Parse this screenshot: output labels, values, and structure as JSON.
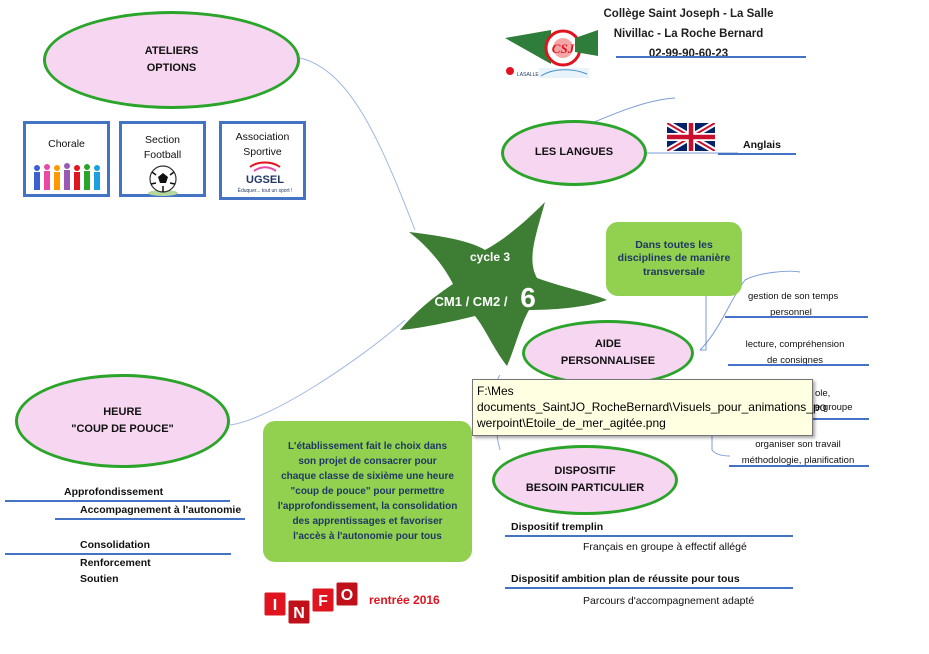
{
  "header": {
    "line1": "Collège Saint Joseph - La Salle",
    "line2": "Nivillac - La Roche Bernard",
    "phone": "02-99-90-60-23",
    "logo_text": "CSJ"
  },
  "center": {
    "cycle": "cycle 3",
    "levels": "CM1 / CM2 /",
    "number": "6"
  },
  "ateliers": {
    "title_l1": "ATELIERS",
    "title_l2": "OPTIONS",
    "items": [
      {
        "label_l1": "Chorale",
        "label_l2": ""
      },
      {
        "label_l1": "Section",
        "label_l2": "Football"
      },
      {
        "label_l1": "Association",
        "label_l2": "Sportive"
      }
    ],
    "ugsel": "UGSEL",
    "ugsel_tag": "Éduquer... tout un sport !"
  },
  "langues": {
    "title": "LES LANGUES",
    "anglais": "Anglais"
  },
  "transversale": {
    "l1": "Dans toutes les",
    "l2": "disciplines de manière",
    "l3": "transversale"
  },
  "aide": {
    "title_l1": "AIDE",
    "title_l2": "PERSONNALISEE",
    "items": [
      {
        "l1": "gestion de son temps",
        "l2": "personnel"
      },
      {
        "l1": "lecture, compréhension",
        "l2": "de consignes"
      },
      {
        "l1": "ole,",
        "l2": "e groupe"
      },
      {
        "l1": "organiser son travail",
        "l2": "méthodologie, planification"
      }
    ]
  },
  "tooltip": {
    "l1": "F:\\Mes",
    "l2": "documents_SaintJO_RocheBernard\\Visuels_pour_animations_po",
    "l3": "werpoint\\Etoile_de_mer_agitée.png"
  },
  "heure": {
    "title_l1": "HEURE",
    "title_l2": "\"COUP DE POUCE\"",
    "approfondissement": "Approfondissement",
    "accompagnement": "Accompagnement à l'autonomie",
    "consolidation": "Consolidation",
    "renforcement": "Renforcement",
    "soutien": "Soutien"
  },
  "etablissement": {
    "lines": [
      "L'établissement fait le choix dans",
      "son projet de consacrer pour",
      "chaque classe de sixième une heure",
      "\"coup de pouce\" pour permettre",
      "l'approfondissement, la consolidation",
      "des apprentissages et favoriser",
      "l'accès à l'autonomie  pour tous"
    ]
  },
  "dispositif": {
    "title_l1": "DISPOSITIF",
    "title_l2": "BESOIN PARTICULIER",
    "tremplin": "Dispositif tremplin",
    "tremplin_detail": "Français en groupe à  effectif allégé",
    "ambition": "Dispositif ambition plan de réussite pour tous",
    "ambition_detail": "Parcours d'accompagnement adapté"
  },
  "info": {
    "letters": [
      "I",
      "N",
      "F",
      "O"
    ],
    "rentree": "rentrée 2016"
  },
  "colors": {
    "ellipse_border": "#2aa52a",
    "ellipse_fill": "#f7d6f2",
    "green_box": "#92d050",
    "star": "#3e7d34",
    "underline": "#4472c4",
    "info_red": "#e0141e"
  }
}
